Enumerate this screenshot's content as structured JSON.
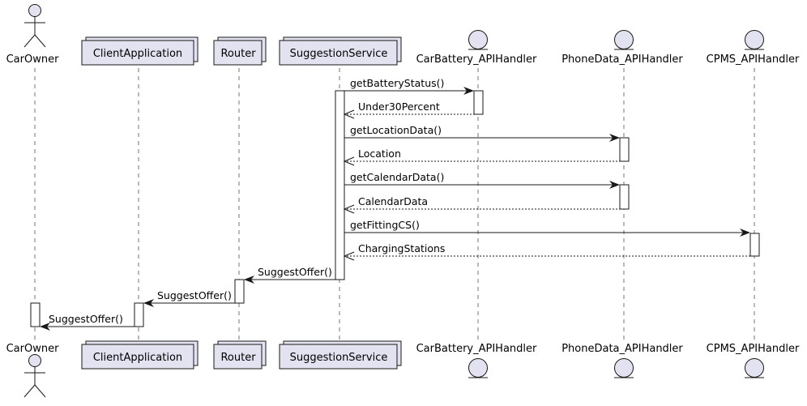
{
  "participants": [
    {
      "id": "p1",
      "kind": "actor",
      "label": "CarOwner"
    },
    {
      "id": "p2",
      "kind": "collections",
      "label": "ClientApplication"
    },
    {
      "id": "p3",
      "kind": "collections",
      "label": "Router"
    },
    {
      "id": "p4",
      "kind": "collections",
      "label": "SuggestionService"
    },
    {
      "id": "p5",
      "kind": "entity",
      "label": "CarBattery_APIHandler"
    },
    {
      "id": "p6",
      "kind": "entity",
      "label": "PhoneData_APIHandler"
    },
    {
      "id": "p7",
      "kind": "entity",
      "label": "CPMS_APIHandler"
    }
  ],
  "messages": [
    {
      "from": "p4",
      "to": "p5",
      "label": "getBatteryStatus()",
      "style": "solid"
    },
    {
      "from": "p5",
      "to": "p4",
      "label": "Under30Percent",
      "style": "dashed"
    },
    {
      "from": "p4",
      "to": "p6",
      "label": "getLocationData()",
      "style": "solid"
    },
    {
      "from": "p6",
      "to": "p4",
      "label": "Location",
      "style": "dashed"
    },
    {
      "from": "p4",
      "to": "p6",
      "label": "getCalendarData()",
      "style": "solid"
    },
    {
      "from": "p6",
      "to": "p4",
      "label": "CalendarData",
      "style": "dashed"
    },
    {
      "from": "p4",
      "to": "p7",
      "label": "getFittingCS()",
      "style": "solid"
    },
    {
      "from": "p7",
      "to": "p4",
      "label": "ChargingStations",
      "style": "dashed"
    },
    {
      "from": "p4",
      "to": "p3",
      "label": "SuggestOffer()",
      "style": "solid"
    },
    {
      "from": "p3",
      "to": "p2",
      "label": "SuggestOffer()",
      "style": "solid"
    },
    {
      "from": "p2",
      "to": "p1",
      "label": "SuggestOffer()",
      "style": "solid"
    }
  ],
  "colors": {
    "box_fill": "#E2E2F0",
    "box_stroke": "#181818",
    "line": "#181818",
    "lifeline": "#181818",
    "activation_fill": "#FFFFFF"
  }
}
